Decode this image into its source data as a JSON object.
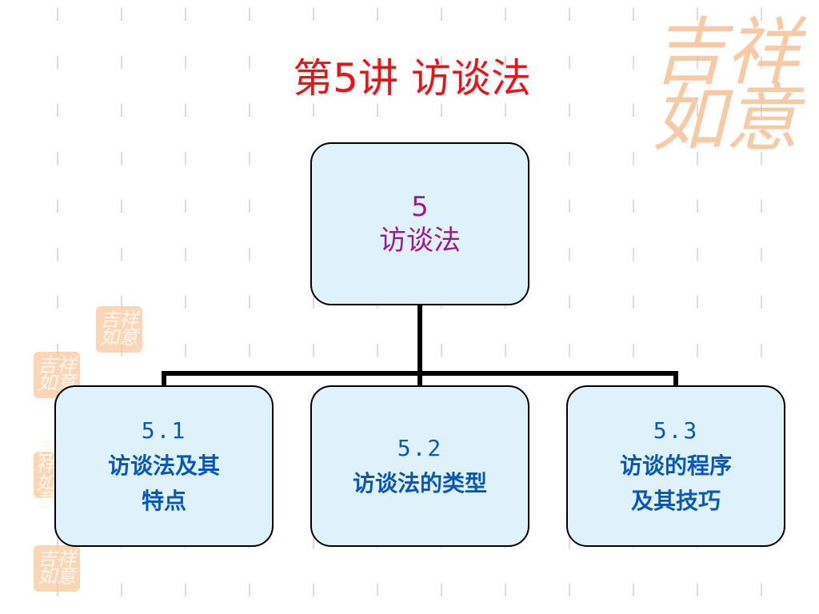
{
  "title": "第5讲  访谈法",
  "decoration": {
    "seal_text": "吉祥如意",
    "seal_color": "#f3b98a"
  },
  "colors": {
    "title": "#e8141a",
    "root_text": "#9a1a8f",
    "child_text": "#0b57b8",
    "node_fill": "#dff2fb"
  },
  "diagram": {
    "root": {
      "number": "5",
      "label": "访谈法"
    },
    "children": [
      {
        "number": "5.1",
        "line1": "访谈法及其",
        "line2": "特点"
      },
      {
        "number": "5.2",
        "line1": "访谈法的类型",
        "line2": ""
      },
      {
        "number": "5.3",
        "line1": "访谈的程序",
        "line2": "及其技巧"
      }
    ]
  }
}
